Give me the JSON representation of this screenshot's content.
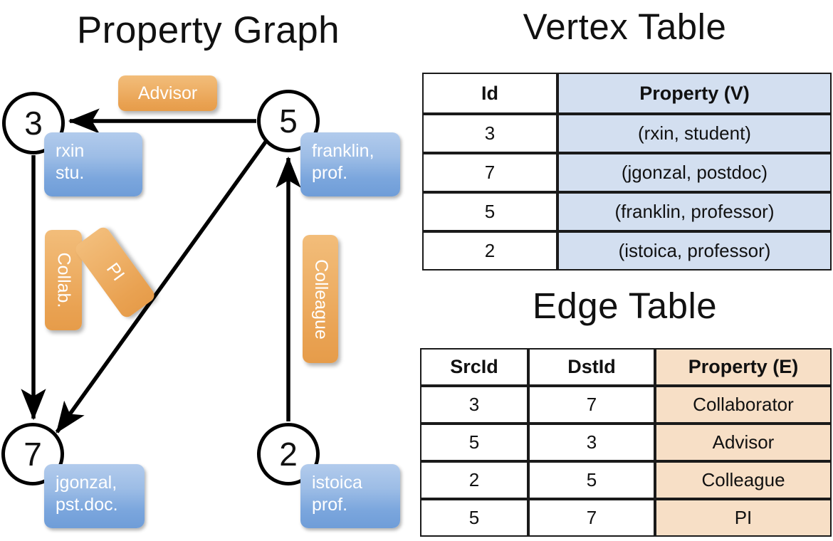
{
  "sections": {
    "graph_title": "Property Graph",
    "vertex_table_title": "Vertex Table",
    "edge_table_title": "Edge Table"
  },
  "graph": {
    "vertices": [
      {
        "id": "3",
        "property_label_line1": "rxin",
        "property_label_line2": "stu."
      },
      {
        "id": "5",
        "property_label_line1": "franklin,",
        "property_label_line2": "prof."
      },
      {
        "id": "7",
        "property_label_line1": "jgonzal,",
        "property_label_line2": "pst.doc."
      },
      {
        "id": "2",
        "property_label_line1": "istoica",
        "property_label_line2": "prof."
      }
    ],
    "edge_labels": {
      "advisor": "Advisor",
      "collaborator": "Collab.",
      "colleague": "Colleague",
      "pi": "PI"
    },
    "edges": [
      {
        "src": "5",
        "dst": "3",
        "label": "Advisor"
      },
      {
        "src": "3",
        "dst": "7",
        "label": "Collab."
      },
      {
        "src": "5",
        "dst": "7",
        "label": "PI"
      },
      {
        "src": "2",
        "dst": "5",
        "label": "Colleague"
      }
    ]
  },
  "vertex_table": {
    "columns": [
      "Id",
      "Property (V)"
    ],
    "rows": [
      {
        "id": "3",
        "property": "(rxin, student)"
      },
      {
        "id": "7",
        "property": "(jgonzal, postdoc)"
      },
      {
        "id": "5",
        "property": "(franklin, professor)"
      },
      {
        "id": "2",
        "property": "(istoica, professor)"
      }
    ]
  },
  "edge_table": {
    "columns": [
      "SrcId",
      "DstId",
      "Property (E)"
    ],
    "rows": [
      {
        "src": "3",
        "dst": "7",
        "property": "Collaborator"
      },
      {
        "src": "5",
        "dst": "3",
        "property": "Advisor"
      },
      {
        "src": "2",
        "dst": "5",
        "property": "Colleague"
      },
      {
        "src": "5",
        "dst": "7",
        "property": "PI"
      }
    ]
  },
  "colors": {
    "vertex_box_fill": "#7ba6dd",
    "edge_box_fill": "#e9a252",
    "vertex_table_highlight": "#d3dff0",
    "edge_table_highlight": "#f7dfc6",
    "stroke": "#000000",
    "background": "#ffffff"
  }
}
